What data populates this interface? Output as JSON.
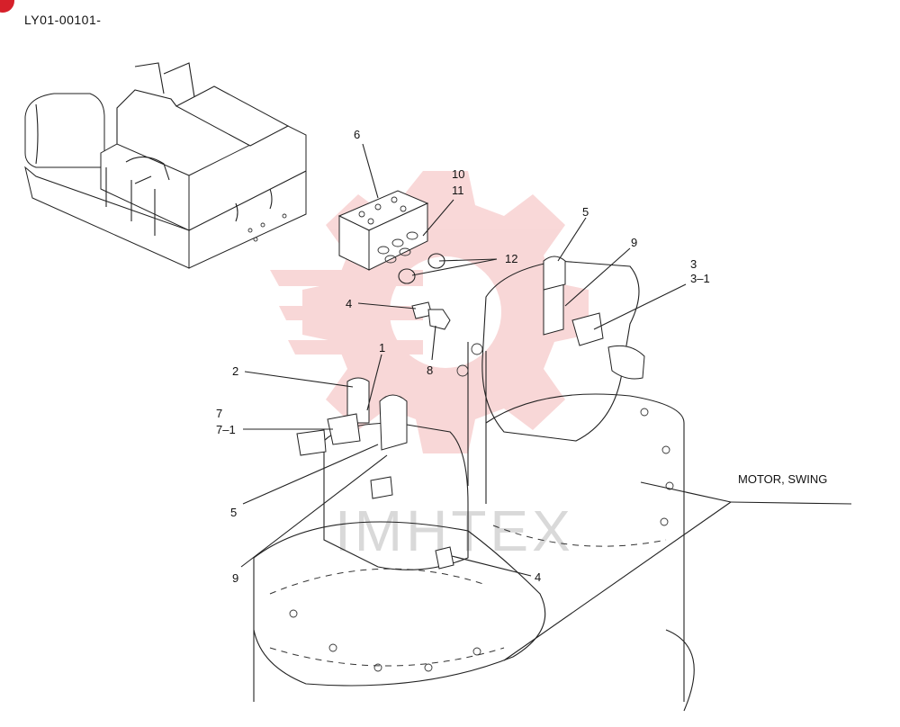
{
  "diagram": {
    "page_code": "LY01-00101-",
    "watermark_text": "IMHTEX",
    "colors": {
      "line": "#222222",
      "watermark": "#f4b8b8",
      "corner_mark": "#d6202a"
    },
    "callouts": {
      "c1": "1",
      "c2": "2",
      "c3": "3",
      "c3_1": "3–1",
      "c4_top": "4",
      "c4_bottom": "4",
      "c5_right": "5",
      "c5_left": "5",
      "c6": "6",
      "c7": "7",
      "c7_1": "7–1",
      "c8": "8",
      "c9_right": "9",
      "c9_left": "9",
      "c10": "10",
      "c11": "11",
      "c12": "12"
    },
    "assembly_label": "MOTOR, SWING"
  }
}
